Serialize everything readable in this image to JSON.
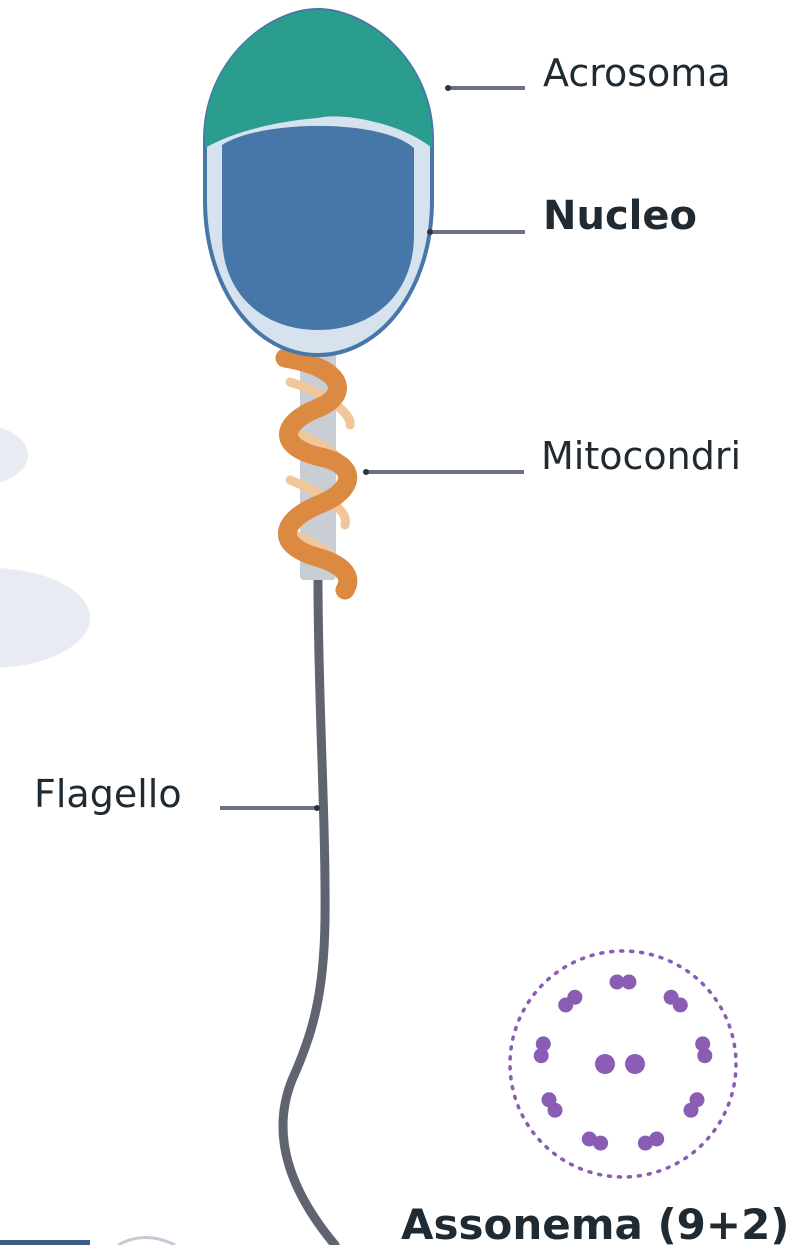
{
  "labels": {
    "acrosome": "Acrosoma",
    "nucleus": "Nucleo",
    "mitochondria": "Mitocondri",
    "flagellum": "Flagello",
    "axoneme": "Assonema (9+2)"
  },
  "colors": {
    "acrosome": "#2a9d8f",
    "nucleus": "#4777a8",
    "nucleus_rim": "#d6e3ef",
    "mitochondria": "#dc8a42",
    "mitochondria_back": "#f1c79a",
    "flagellum": "#5f6470",
    "leader_lines": "#6b7380",
    "axoneme": "#8a5cb3",
    "background_blob": "#e9ebf2"
  }
}
